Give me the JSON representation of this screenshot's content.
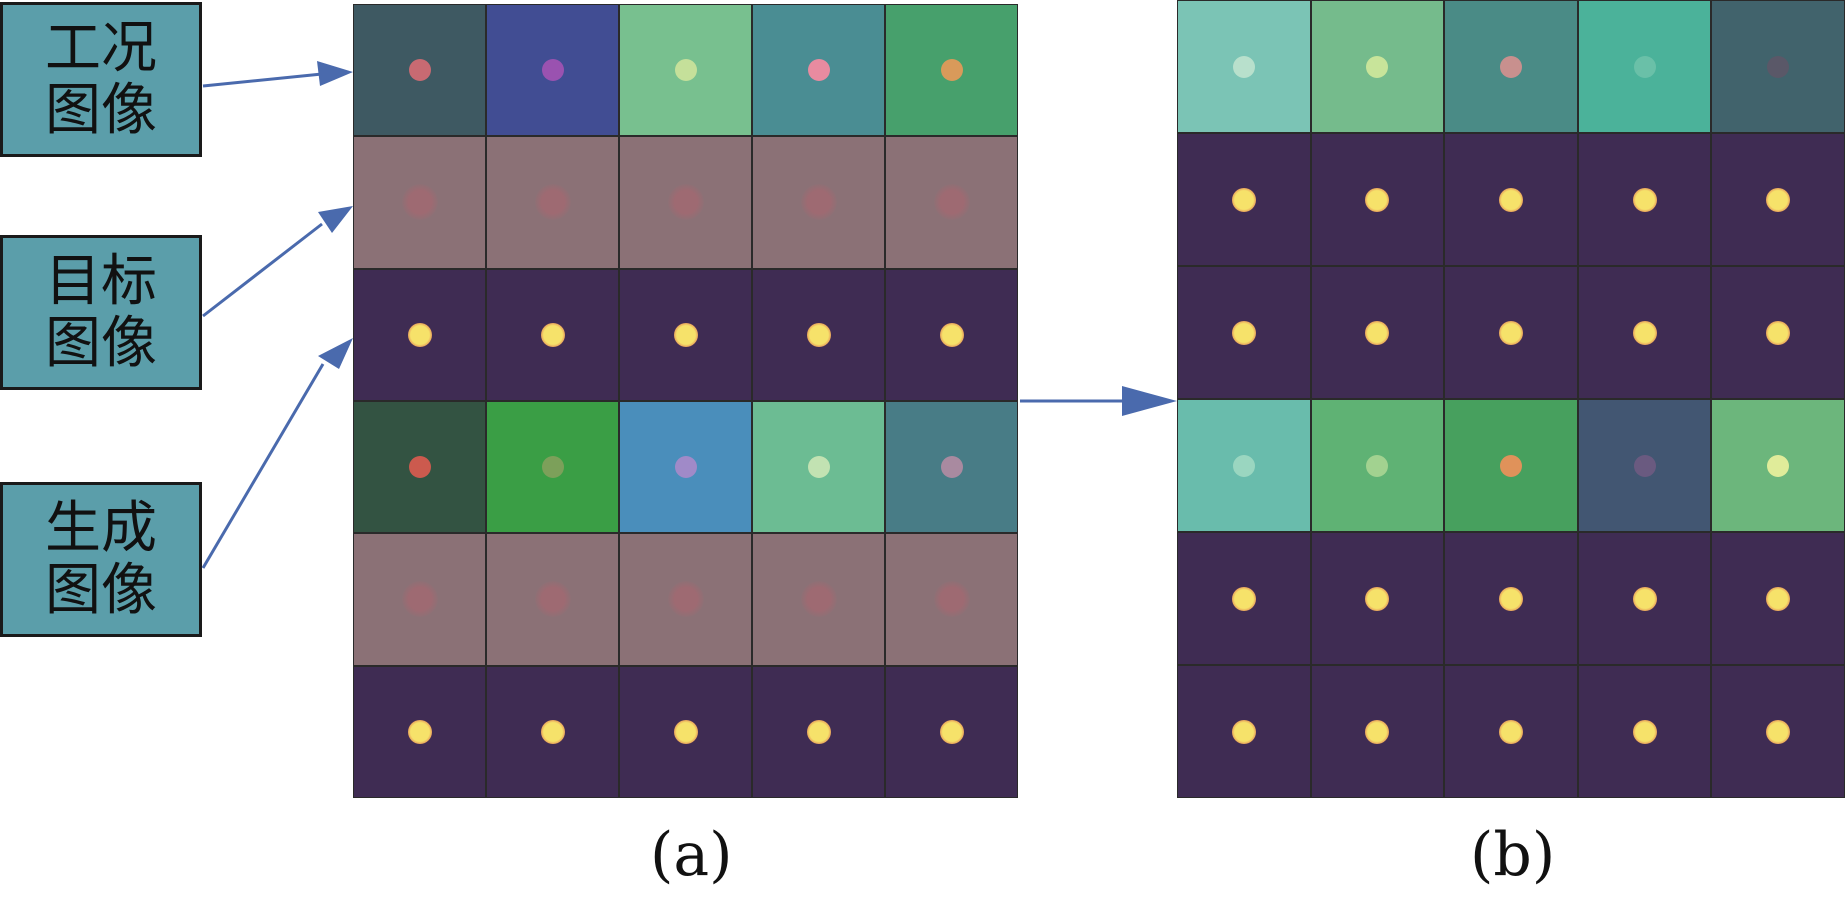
{
  "labels": [
    {
      "line1": "工况",
      "line2": "图像"
    },
    {
      "line1": "目标",
      "line2": "图像"
    },
    {
      "line1": "生成",
      "line2": "图像"
    }
  ],
  "captions": {
    "a": "(a)",
    "b": "(b)"
  },
  "colors": {
    "label_fill": "#5b9eaa",
    "arrow": "#4a6aad",
    "target_bg": "#8b7176",
    "field_bg": "#3f2c53"
  },
  "panel_a_rows": [
    {
      "kind": "condition",
      "bgs": [
        "#3e5962",
        "#414d93",
        "#78c08f",
        "#4a8d93",
        "#47a06c"
      ],
      "dots": [
        "#c86a72",
        "#9a52b0",
        "#c5e09a",
        "#e88ba0",
        "#d99a5a"
      ]
    },
    {
      "kind": "target",
      "bgs": [
        "#8b7176",
        "#8b7176",
        "#8b7176",
        "#8b7176",
        "#8b7176"
      ],
      "dots": [
        "#9e6a72",
        "#9e6a72",
        "#9e6a72",
        "#9e6a72",
        "#9e6a72"
      ]
    },
    {
      "kind": "field",
      "bgs": [
        "#3f2c53",
        "#3f2c53",
        "#3f2c53",
        "#3f2c53",
        "#3f2c53"
      ],
      "dots": [
        "#f6e26a",
        "#f6e26a",
        "#f6e26a",
        "#f6e26a",
        "#f6e26a"
      ]
    },
    {
      "kind": "condition",
      "bgs": [
        "#335342",
        "#3a9e45",
        "#4a8ebb",
        "#6cbc93",
        "#487c86"
      ],
      "dots": [
        "#cc5a4e",
        "#7ca05a",
        "#a08ac8",
        "#c2e2b2",
        "#a98aa0"
      ]
    },
    {
      "kind": "target",
      "bgs": [
        "#8b7176",
        "#8b7176",
        "#8b7176",
        "#8b7176",
        "#8b7176"
      ],
      "dots": [
        "#9e6a72",
        "#9e6a72",
        "#9e6a72",
        "#9e6a72",
        "#9e6a72"
      ]
    },
    {
      "kind": "field",
      "bgs": [
        "#3f2c53",
        "#3f2c53",
        "#3f2c53",
        "#3f2c53",
        "#3f2c53"
      ],
      "dots": [
        "#f6e26a",
        "#f6e26a",
        "#f6e26a",
        "#f6e26a",
        "#f6e26a"
      ]
    }
  ],
  "panel_b_rows": [
    {
      "kind": "condition",
      "bgs": [
        "#7bc4b5",
        "#75bb8c",
        "#4a8b86",
        "#4bb29a",
        "#41636c"
      ],
      "dots": [
        "#b8e0cc",
        "#c8e49a",
        "#c8908e",
        "#6ac0a8",
        "#5a5868"
      ]
    },
    {
      "kind": "field",
      "bgs": [
        "#3f2c53",
        "#3f2c53",
        "#3f2c53",
        "#3f2c53",
        "#3f2c53"
      ],
      "dots": [
        "#f6e26a",
        "#f6e26a",
        "#f6e26a",
        "#f6e26a",
        "#f6e26a"
      ]
    },
    {
      "kind": "field",
      "bgs": [
        "#3f2c53",
        "#3f2c53",
        "#3f2c53",
        "#3f2c53",
        "#3f2c53"
      ],
      "dots": [
        "#f6e26a",
        "#f6e26a",
        "#f6e26a",
        "#f6e26a",
        "#f6e26a"
      ]
    },
    {
      "kind": "condition",
      "bgs": [
        "#69bcac",
        "#5fb274",
        "#47a05e",
        "#425672",
        "#6cb67c"
      ],
      "dots": [
        "#9ad6c0",
        "#a2d290",
        "#e0925a",
        "#6a5a80",
        "#e0ec9a"
      ]
    },
    {
      "kind": "field",
      "bgs": [
        "#3f2c53",
        "#3f2c53",
        "#3f2c53",
        "#3f2c53",
        "#3f2c53"
      ],
      "dots": [
        "#f6e26a",
        "#f6e26a",
        "#f6e26a",
        "#f6e26a",
        "#f6e26a"
      ]
    },
    {
      "kind": "field",
      "bgs": [
        "#3f2c53",
        "#3f2c53",
        "#3f2c53",
        "#3f2c53",
        "#3f2c53"
      ],
      "dots": [
        "#f6e26a",
        "#f6e26a",
        "#f6e26a",
        "#f6e26a",
        "#f6e26a"
      ]
    }
  ]
}
